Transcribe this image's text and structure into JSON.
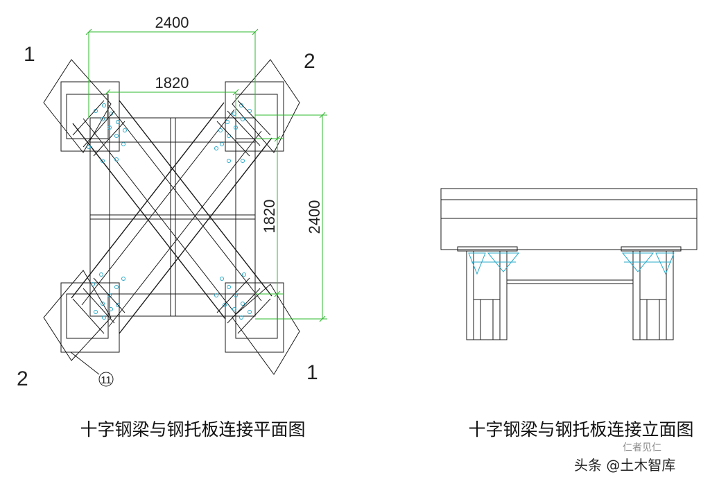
{
  "plan": {
    "dim_top_outer": "2400",
    "dim_top_inner": "1820",
    "dim_right_inner": "1820",
    "dim_right_outer": "2400",
    "corner_top_left": "1",
    "corner_top_right": "2",
    "corner_bottom_left": "2",
    "corner_bottom_right": "1",
    "callout": "11",
    "caption": "十字钢梁与钢托板连接平面图"
  },
  "elevation": {
    "caption": "十字钢梁与钢托板连接立面图"
  },
  "watermark": {
    "text": "头条 @土木智库",
    "faint": "仁者见仁"
  },
  "colors": {
    "dimension": "#2eb82e",
    "plate_detail": "#29a9c9",
    "line": "#1a1a1a"
  }
}
